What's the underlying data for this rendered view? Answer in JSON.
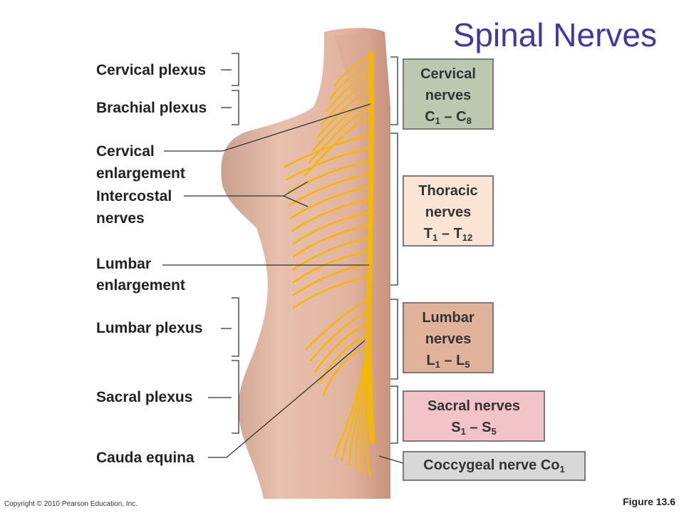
{
  "title": "Spinal Nerves",
  "labels": {
    "cervical_plexus": "Cervical plexus",
    "brachial_plexus": "Brachial plexus",
    "cervical_enlargement_1": "Cervical",
    "cervical_enlargement_2": "enlargement",
    "intercostal_1": "Intercostal",
    "intercostal_2": "nerves",
    "lumbar_enlargement_1": "Lumbar",
    "lumbar_enlargement_2": "enlargement",
    "lumbar_plexus": "Lumbar plexus",
    "sacral_plexus": "Sacral plexus",
    "cauda_equina": "Cauda equina"
  },
  "boxes": {
    "cervical": {
      "line1": "Cervical",
      "line2": "nerves",
      "start_letter": "C",
      "start_sub": "1",
      "dash": "–",
      "end_letter": "C",
      "end_sub": "8",
      "color": "#bcc9b0"
    },
    "thoracic": {
      "line1": "Thoracic",
      "line2": "nerves",
      "start_letter": "T",
      "start_sub": "1",
      "dash": "–",
      "end_letter": "T",
      "end_sub": "12",
      "color": "#fbe4d3"
    },
    "lumbar": {
      "line1": "Lumbar",
      "line2": "nerves",
      "start_letter": "L",
      "start_sub": "1",
      "dash": "–",
      "end_letter": "L",
      "end_sub": "5",
      "color": "#e0b29a"
    },
    "sacral": {
      "line1": "Sacral nerves",
      "start_letter": "S",
      "start_sub": "1",
      "dash": "–",
      "end_letter": "S",
      "end_sub": "5",
      "color": "#f2c4c8"
    },
    "coccygeal": {
      "text": "Coccygeal nerve Co",
      "sub": "1",
      "color": "#d8d8d8"
    }
  },
  "colors": {
    "skin": "#e2b4a0",
    "nerve": "#f3b800",
    "title": "#3d3aa6"
  },
  "copyright": "Copyright © 2010 Pearson Education, Inc.",
  "figure": "Figure 13.6"
}
